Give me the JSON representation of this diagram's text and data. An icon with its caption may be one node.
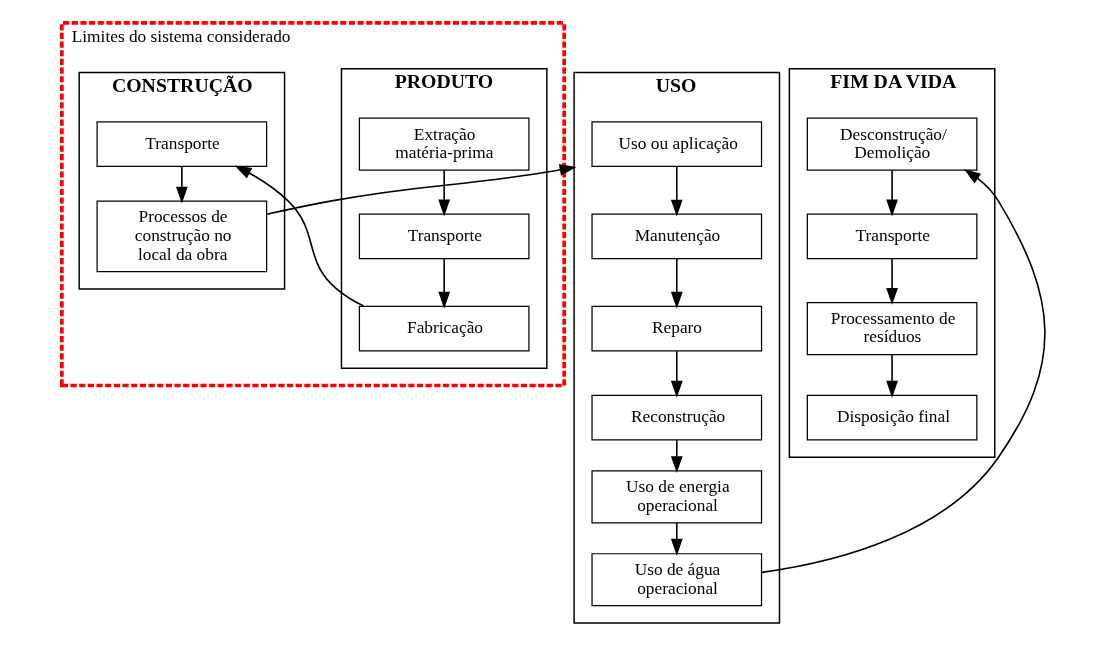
{
  "diagram": {
    "nodes": [
      {
        "text": [
          "Limites do sistema considerado"
        ]
      },
      {
        "text": [
          "PRODUTO"
        ],
        "in": 0
      },
      {
        "text": [
          "Extração matéria-prima"
        ],
        "in": 1
      },
      {
        "text": [
          "Transporte"
        ],
        "in": 1
      },
      {
        "text": [
          "Fabricação"
        ],
        "in": 1
      },
      {
        "text": [
          "CONSTRUÇÃO"
        ],
        "in": 0
      },
      {
        "text": [
          "Transporte"
        ],
        "in": 5
      },
      {
        "text": [
          "Processos de construção no local da obra"
        ],
        "in": 5
      },
      {
        "text": [
          "USO"
        ]
      },
      {
        "text": [
          "Uso ou aplicação"
        ],
        "in": 8
      },
      {
        "text": [
          "Manutenção"
        ],
        "in": 8
      },
      {
        "text": [
          "Reparo"
        ],
        "in": 8
      },
      {
        "text": [
          "Reconstrução"
        ],
        "in": 8
      },
      {
        "text": [
          "Uso de energia operacional"
        ],
        "in": 8
      },
      {
        "text": [
          "Uso de água operacional"
        ],
        "in": 8
      },
      {
        "text": [
          "FIM DA VIDA"
        ]
      },
      {
        "text": [
          "Desconstrução/ Demolição"
        ],
        "in": 15
      },
      {
        "text": [
          "Transporte"
        ],
        "in": 15
      },
      {
        "text": [
          "Processamento de resíduos"
        ],
        "in": 15
      },
      {
        "text": [
          "Disposição final"
        ],
        "in": 15
      }
    ],
    "edges": [
      {
        "from": 2,
        "to": 3,
        "arrow": "to"
      },
      {
        "from": 3,
        "to": 4,
        "arrow": "to"
      },
      {
        "from": 4,
        "to": 6,
        "arrow": "to"
      },
      {
        "from": 6,
        "to": 7,
        "arrow": "to"
      },
      {
        "from": 7,
        "to": 8,
        "arrow": "to"
      },
      {
        "from": 9,
        "to": 10,
        "arrow": "to"
      },
      {
        "from": 10,
        "to": 11,
        "arrow": "to"
      },
      {
        "from": 11,
        "to": 12,
        "arrow": "to"
      },
      {
        "from": 12,
        "to": 13,
        "arrow": "to"
      },
      {
        "from": 13,
        "to": 14,
        "arrow": "to"
      },
      {
        "from": 14,
        "to": 16,
        "arrow": "to"
      },
      {
        "from": 16,
        "to": 17,
        "arrow": "to"
      },
      {
        "from": 17,
        "to": 18,
        "arrow": "to"
      },
      {
        "from": 18,
        "to": 19,
        "arrow": "to"
      }
    ]
  }
}
